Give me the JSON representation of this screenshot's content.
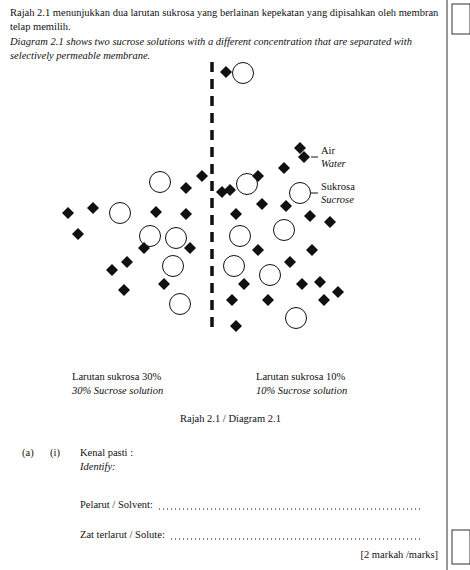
{
  "diagram": {
    "caption": "Rajah 2.1 / Diagram 2.1",
    "labels": [
      "Rajah 2.1 menunjukkan dua larutan sukrosa yang berlainan kepekatan yang dipisahkan oleh membran telap memilih.",
      "Diagram 2.1 shows two sucrose solutions with a different concentration that are separated with selectively permeable membrane.",
      "Air",
      "Water",
      "Sukrosa",
      "Sucrose",
      "Larutan sukrosa 30%",
      "30% Sucrose solution",
      "Larutan sukrosa 10%",
      "10% Sucrose solution",
      "(a)",
      "(i)",
      "Kenal pasti :",
      "Identify:",
      "Pelarut / Solvent:",
      "Zat terlarut / Solute:",
      "[2 markah /marks]"
    ]
  }
}
